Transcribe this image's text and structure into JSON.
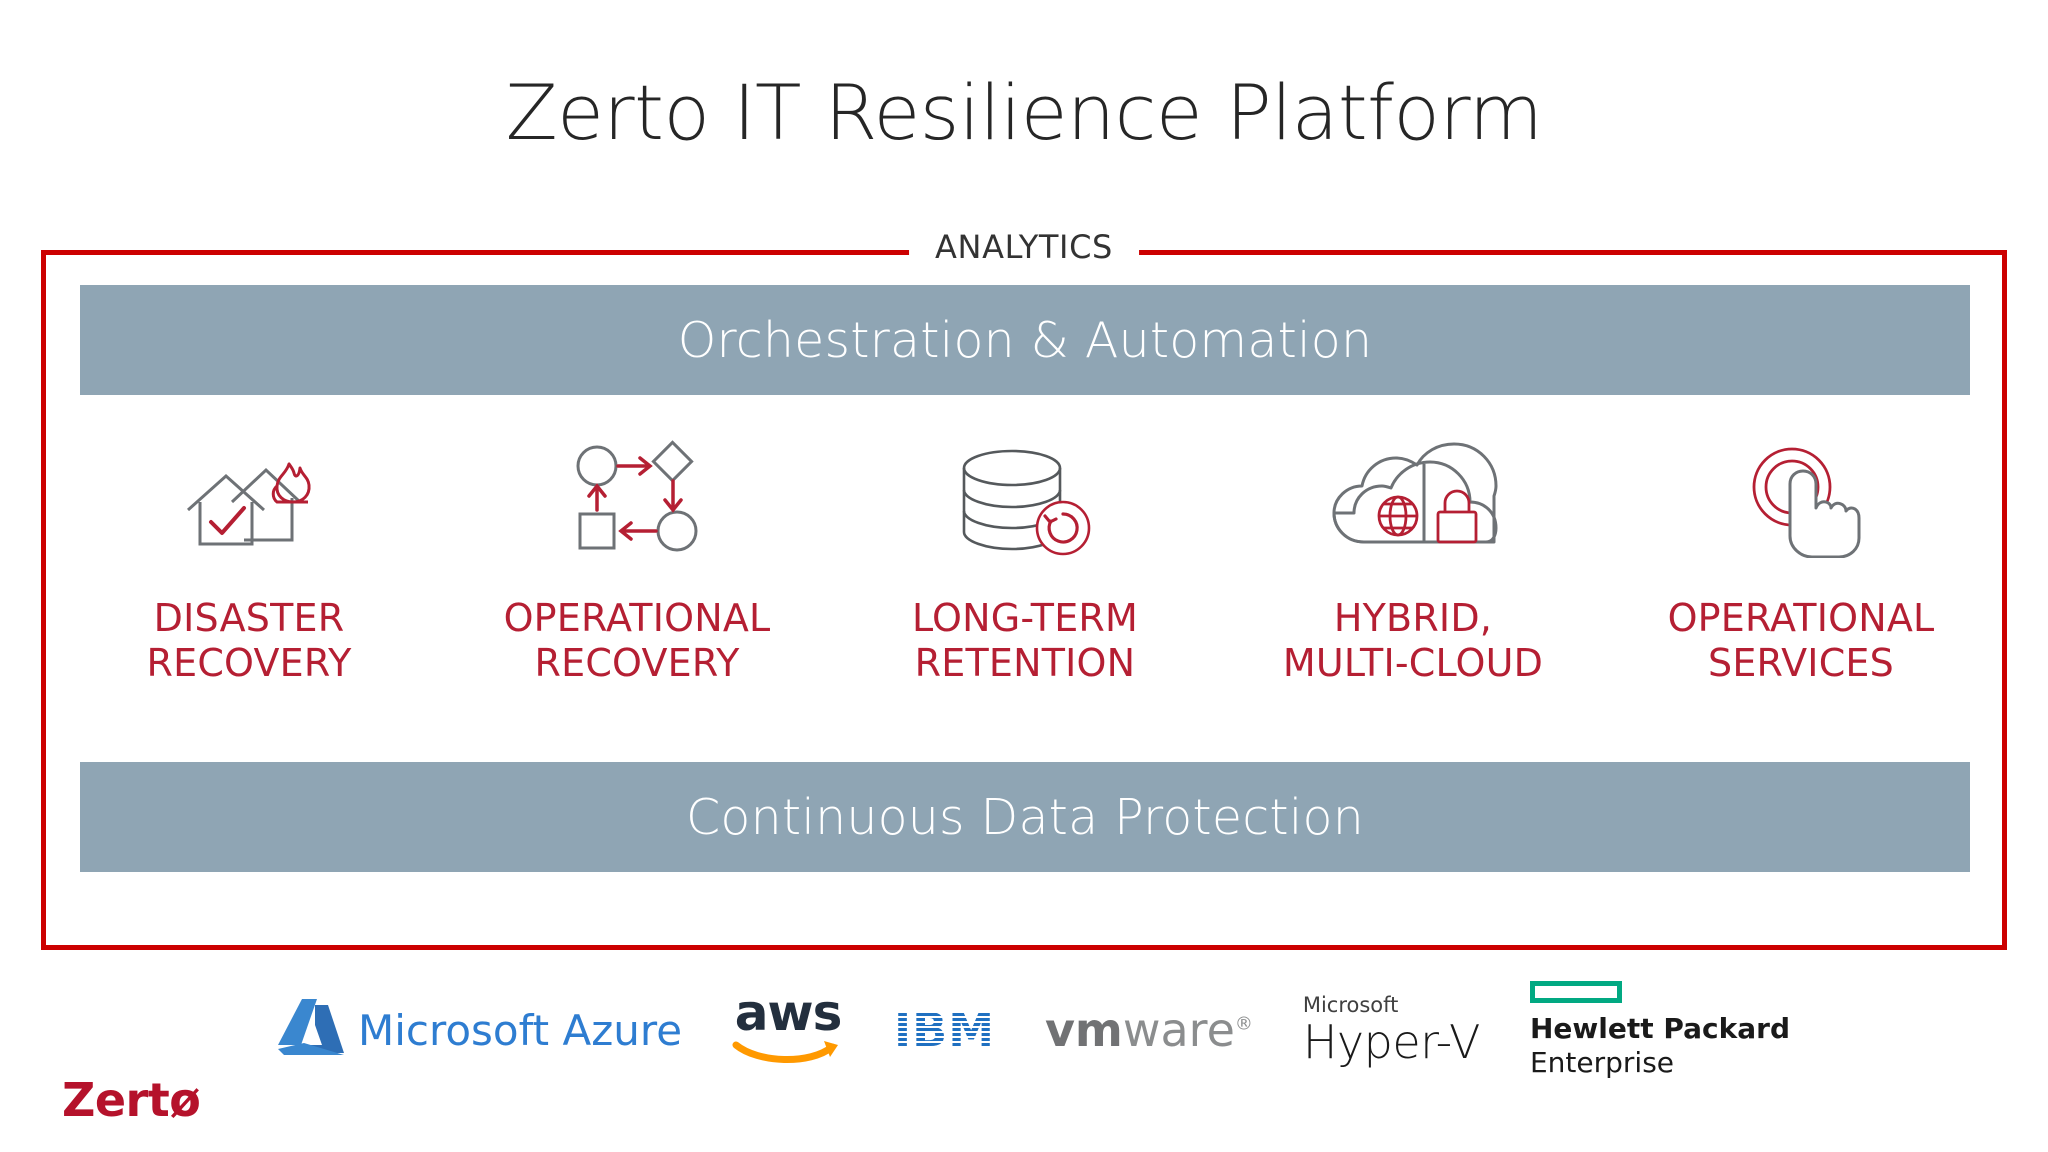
{
  "slide": {
    "title": "Zerto IT Resilience Platform",
    "frame_label": "ANALYTICS",
    "accent_red": "#CC0000",
    "label_red": "#B51F33",
    "band_gray": "#8FA5B4"
  },
  "bands": {
    "top": "Orchestration & Automation",
    "bottom": "Continuous Data Protection"
  },
  "pillars": [
    {
      "icon": "house-fire-recovery-icon",
      "label": "DISASTER\nRECOVERY"
    },
    {
      "icon": "workflow-cycle-icon",
      "label": "OPERATIONAL\nRECOVERY"
    },
    {
      "icon": "database-restore-icon",
      "label": "LONG-TERM\nRETENTION"
    },
    {
      "icon": "cloud-globe-lock-icon",
      "label": "HYBRID,\nMULTI-CLOUD"
    },
    {
      "icon": "hand-tap-icon",
      "label": "OPERATIONAL\nSERVICES"
    }
  ],
  "partners": {
    "azure": {
      "icon": "microsoft-azure-logo-icon",
      "text": "Microsoft Azure",
      "color": "#2E7DD1"
    },
    "aws": {
      "icon": "aws-logo-icon",
      "text": "aws",
      "smile_color": "#FF9900"
    },
    "ibm": {
      "icon": "ibm-logo-icon",
      "text": "IBM",
      "color": "#1F70C1"
    },
    "vmware": {
      "icon": "vmware-logo-icon",
      "bold": "vm",
      "light": "ware",
      "registered": "®"
    },
    "hyperv": {
      "icon": "microsoft-hyper-v-logo-icon",
      "brand": "Microsoft",
      "name": "Hyper-V"
    },
    "hpe": {
      "icon": "hpe-logo-icon",
      "line1": "Hewlett Packard",
      "line2": "Enterprise",
      "bar_color": "#01A982"
    }
  },
  "footer": {
    "logo": "Zertø"
  }
}
